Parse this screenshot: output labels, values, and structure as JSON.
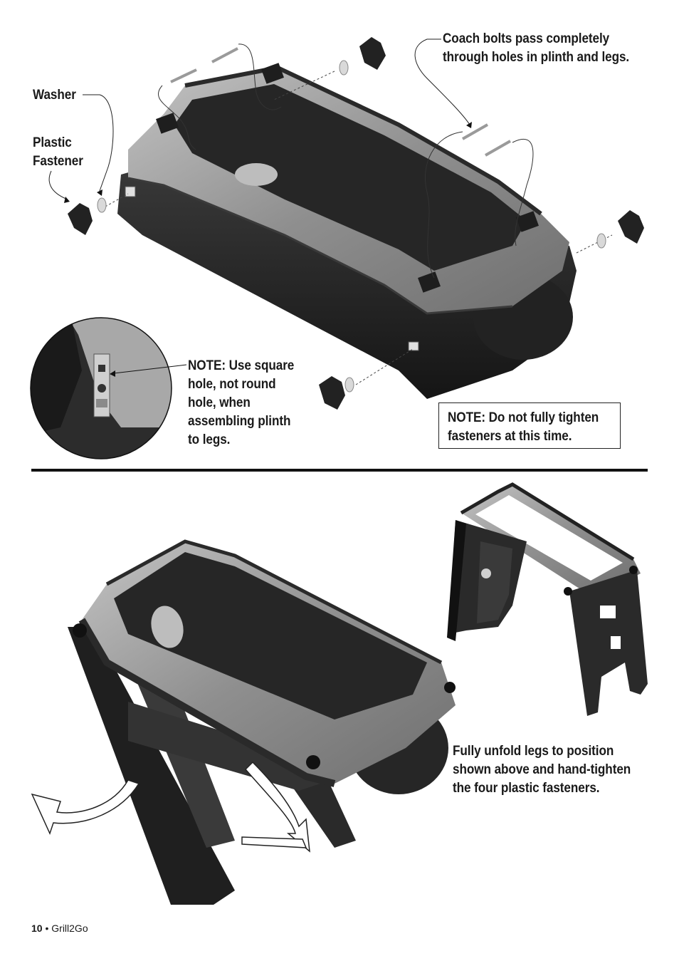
{
  "labels": {
    "coach_bolts_line1": "Coach bolts pass completely",
    "coach_bolts_line2": "through holes in plinth and legs.",
    "washer": "Washer",
    "plastic_fastener_line1": "Plastic",
    "plastic_fastener_line2": "Fastener",
    "note_square_hole": [
      "NOTE: Use square",
      "hole, not round",
      "hole, when",
      "assembling plinth",
      "to legs."
    ],
    "note_tighten_line1": "NOTE: Do not fully tighten",
    "note_tighten_line2": "fasteners at this time.",
    "unfold_legs": [
      "Fully unfold legs to position",
      "shown above and hand-tighten",
      "the four plastic fasteners."
    ]
  },
  "footer": {
    "page_number": "10",
    "separator": "•",
    "product": "Grill2Go"
  },
  "colors": {
    "frame_gray": "#9a9a9a",
    "dark_body": "#2b2b2b",
    "light_highlight": "#c8c8c8"
  }
}
